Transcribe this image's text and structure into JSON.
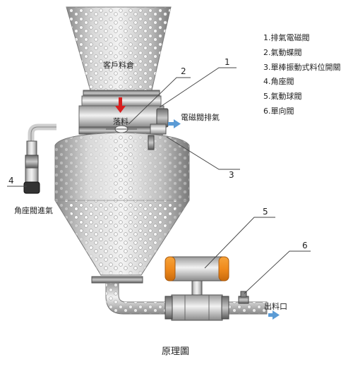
{
  "legend": [
    "1.排氣電磁閥",
    "2.氣動蝶閥",
    "3.單棒振動式料位開關",
    "4.角座閥",
    "5.氣動球閥",
    "6.單向閥"
  ],
  "callouts": [
    "1",
    "2",
    "3",
    "4",
    "5",
    "6"
  ],
  "labels": {
    "customer_silo": "客戶料倉",
    "discharge": "落料",
    "solenoid_exhaust": "電磁閥排氣",
    "angle_valve_inlet": "角座閥進氣",
    "outlet": "出料口"
  },
  "caption": "原理圖",
  "colors": {
    "steel_light": "#e6e6e6",
    "steel_dark": "#8c8c8c",
    "actuator_orange": "#f08a1c",
    "arrow_red": "#d81e1e",
    "arrow_blue": "#5b9bd5"
  }
}
